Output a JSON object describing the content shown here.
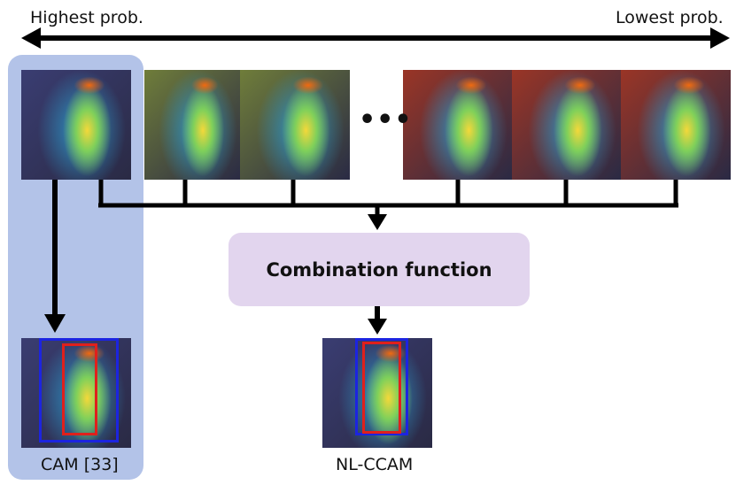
{
  "labels": {
    "highest": "Highest prob.",
    "lowest": "Lowest prob.",
    "cam": "CAM [33]",
    "nlccam": "NL-CCAM",
    "combination": "Combination function",
    "ellipsis": "•••"
  },
  "colors": {
    "highlight": "#b3c3e8",
    "combination_box": "#e2d5ee",
    "arrow": "#000000",
    "bbox_blue": "#1c24e0",
    "bbox_red": "#e0201c",
    "dark_bg": "#3a3d72",
    "red_bg": "#9a3526",
    "green_bg": "#6f7d3a",
    "hot": "#f06a10",
    "warm": "#f4d83a",
    "mid": "#7fd05a",
    "cool": "#2e98c9"
  },
  "maps": [
    {
      "name": "heatmap-1",
      "style": "dark"
    },
    {
      "name": "heatmap-2",
      "style": "green"
    },
    {
      "name": "heatmap-3",
      "style": "green"
    },
    {
      "name": "heatmap-4",
      "style": "red"
    },
    {
      "name": "heatmap-5",
      "style": "red"
    },
    {
      "name": "heatmap-6",
      "style": "red"
    },
    {
      "name": "cam-result",
      "style": "dark"
    },
    {
      "name": "nlccam-result",
      "style": "dark"
    }
  ]
}
